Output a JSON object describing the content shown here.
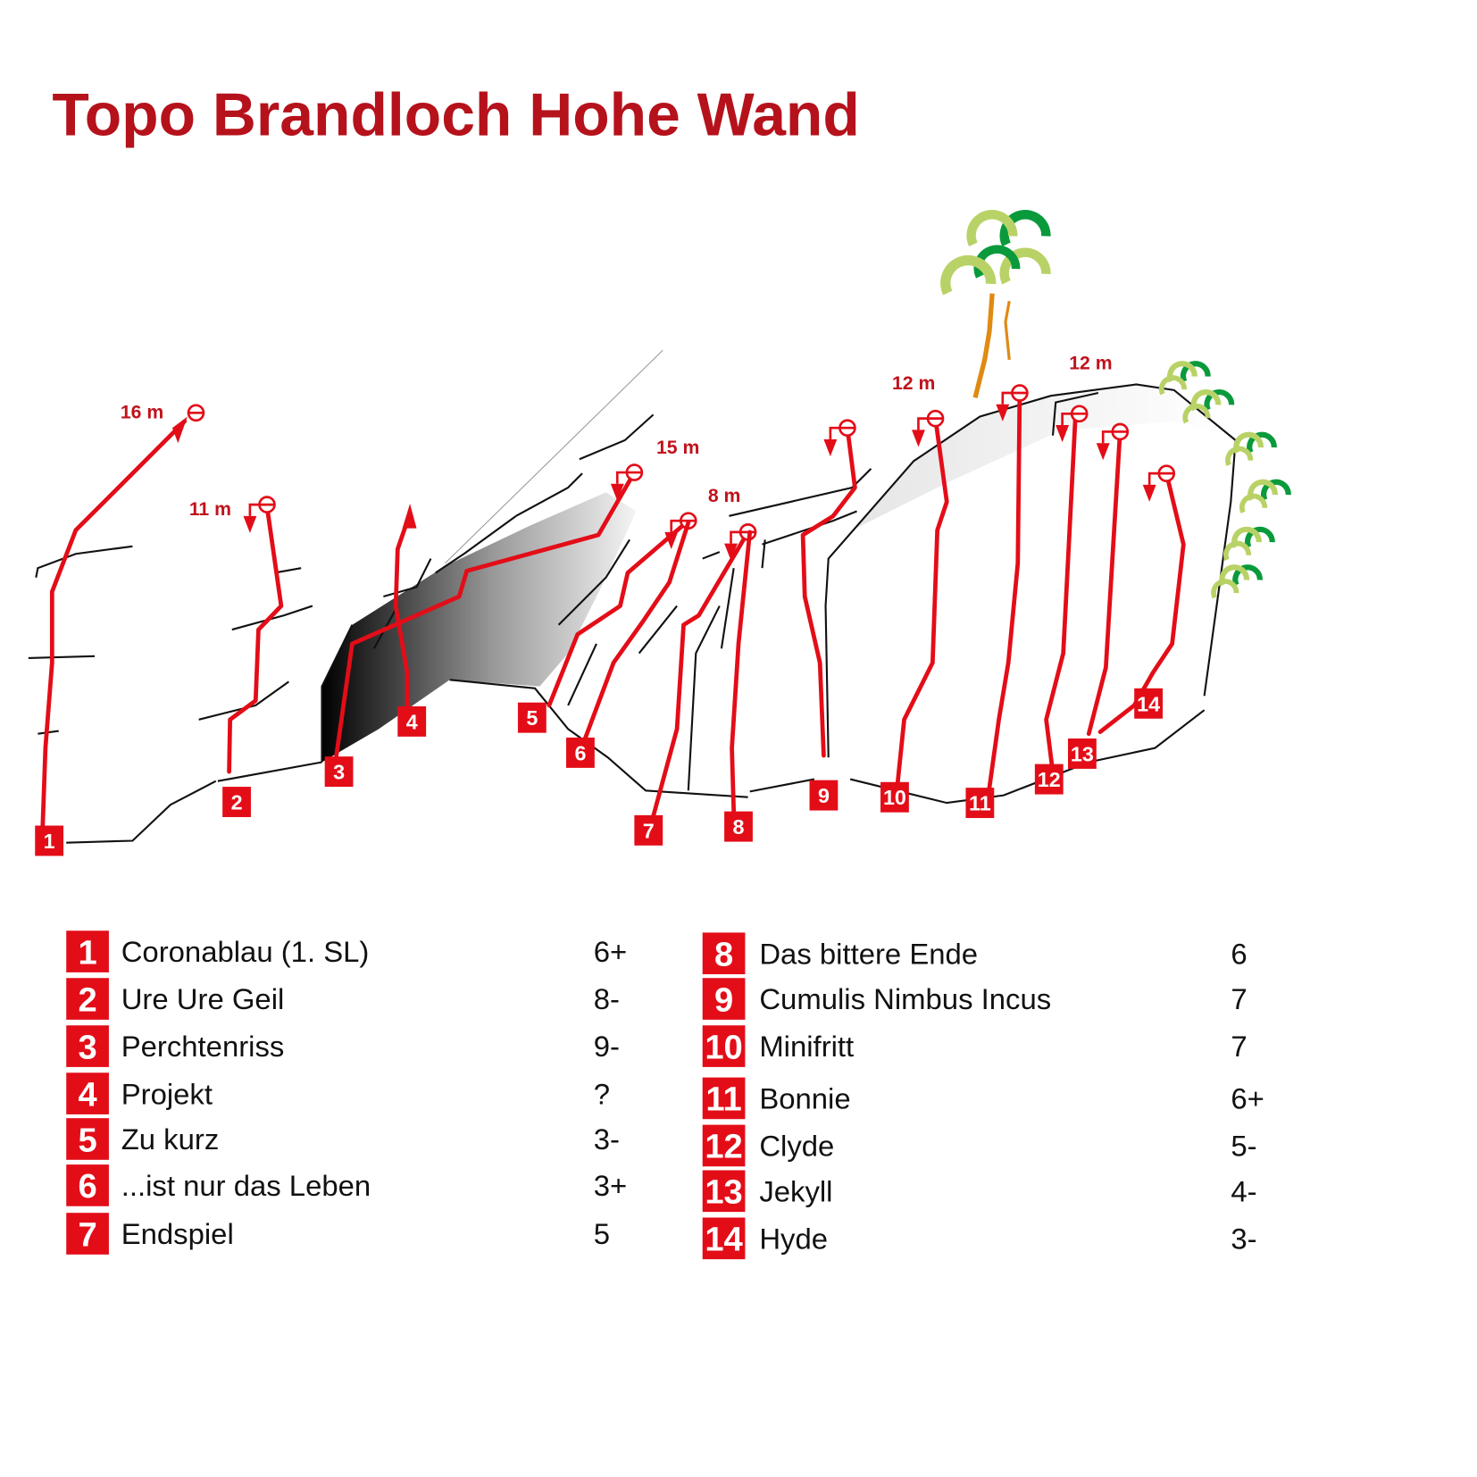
{
  "title": "Topo Brandloch Hohe Wand",
  "colors": {
    "title": "#b5121b",
    "route": "#e30d18",
    "leaf_light": "#b9d267",
    "leaf_dark": "#0a9a3c",
    "trunk": "#e08a12"
  },
  "distances": [
    "16 m",
    "11 m",
    "15 m",
    "8 m",
    "12 m",
    "12 m"
  ],
  "routes": [
    {
      "number": "1",
      "name": "Coronablau (1. SL)",
      "grade": "6+"
    },
    {
      "number": "2",
      "name": "Ure Ure Geil",
      "grade": "8-"
    },
    {
      "number": "3",
      "name": "Perchtenriss",
      "grade": "9-"
    },
    {
      "number": "4",
      "name": "Projekt",
      "grade": "?"
    },
    {
      "number": "5",
      "name": "Zu kurz",
      "grade": "3-"
    },
    {
      "number": "6",
      "name": "...ist nur das Leben",
      "grade": "3+"
    },
    {
      "number": "7",
      "name": "Endspiel",
      "grade": "5"
    },
    {
      "number": "8",
      "name": "Das bittere Ende",
      "grade": "6"
    },
    {
      "number": "9",
      "name": "Cumulis Nimbus Incus",
      "grade": "7"
    },
    {
      "number": "10",
      "name": "Minifritt",
      "grade": "7"
    },
    {
      "number": "11",
      "name": "Bonnie",
      "grade": "6+"
    },
    {
      "number": "12",
      "name": "Clyde",
      "grade": "5-"
    },
    {
      "number": "13",
      "name": "Jekyll",
      "grade": "4-"
    },
    {
      "number": "14",
      "name": "Hyde",
      "grade": "3-"
    }
  ]
}
